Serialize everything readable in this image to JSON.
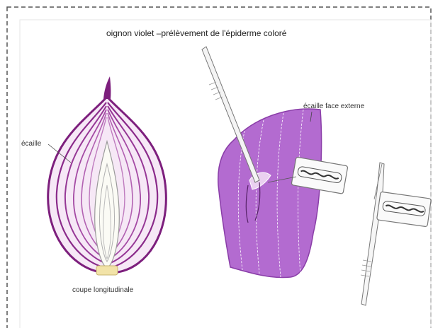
{
  "title": "oignon violet –prélèvement de l'épiderme coloré",
  "labels": {
    "scale": "écaille",
    "section": "coupe longitudinale",
    "outer_face": "écaille face externe"
  },
  "colors": {
    "purple_dark": "#7d1f7d",
    "purple_mid": "#a54aa5",
    "purple_light": "#d59bd5",
    "tissue": "#b36bd0",
    "tissue_edge": "#8a3ea8",
    "border": "#555555"
  }
}
